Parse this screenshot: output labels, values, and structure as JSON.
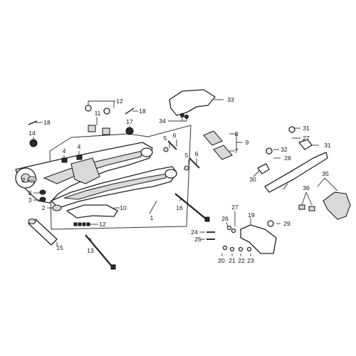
{
  "callouts": [
    {
      "label": "1"
    },
    {
      "label": "2"
    },
    {
      "label": "3"
    },
    {
      "label": "3"
    },
    {
      "label": "2"
    },
    {
      "label": "4"
    },
    {
      "label": "4"
    },
    {
      "label": "5"
    },
    {
      "label": "6"
    },
    {
      "label": "5"
    },
    {
      "label": "6"
    },
    {
      "label": "7"
    },
    {
      "label": "8"
    },
    {
      "label": "9"
    },
    {
      "label": "10"
    },
    {
      "label": "11"
    },
    {
      "label": "12"
    },
    {
      "label": "12"
    },
    {
      "label": "13"
    },
    {
      "label": "14"
    },
    {
      "label": "15"
    },
    {
      "label": "16"
    },
    {
      "label": "17"
    },
    {
      "label": "18"
    },
    {
      "label": "18"
    },
    {
      "label": "19"
    },
    {
      "label": "20"
    },
    {
      "label": "21"
    },
    {
      "label": "22"
    },
    {
      "label": "23"
    },
    {
      "label": "24"
    },
    {
      "label": "25"
    },
    {
      "label": "26"
    },
    {
      "label": "27"
    },
    {
      "label": "27"
    },
    {
      "label": "28"
    },
    {
      "label": "29"
    },
    {
      "label": "30"
    },
    {
      "label": "31"
    },
    {
      "label": "31"
    },
    {
      "label": "32"
    },
    {
      "label": "33"
    },
    {
      "label": "34"
    },
    {
      "label": "35"
    },
    {
      "label": "36"
    }
  ]
}
